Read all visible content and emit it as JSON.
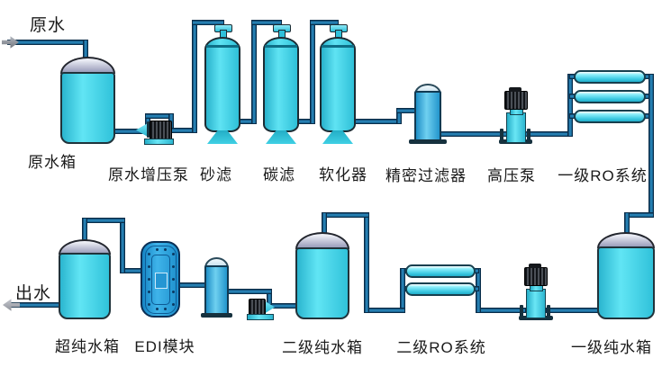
{
  "labels": {
    "inlet": "原水",
    "outlet": "出水",
    "raw_water_tank": "原水箱",
    "raw_water_booster_pump": "原水增压泵",
    "sand_filter": "砂滤",
    "carbon_filter": "碳滤",
    "softener": "软化器",
    "precision_filter": "精密过滤器",
    "high_pressure_pump": "高压泵",
    "stage1_ro_system": "一级RO系统",
    "stage1_pure_water_tank": "一级纯水箱",
    "stage2_ro_system": "二级RO系统",
    "stage2_pure_water_tank": "二级纯水箱",
    "edi_module": "EDI模块",
    "ultrapure_water_tank": "超纯水箱"
  },
  "colors": {
    "equipment_cyan": "#3fd5e6",
    "tank_dome_gray": "#aeb1c7",
    "pipe_blue": "#1f7cb2",
    "edi_blue": "#1f9ade",
    "membrane_cyan": "#4fd9ec",
    "outline_dark": "#1c2b33",
    "label_text": "#1a1a1a",
    "background": "#ffffff"
  }
}
